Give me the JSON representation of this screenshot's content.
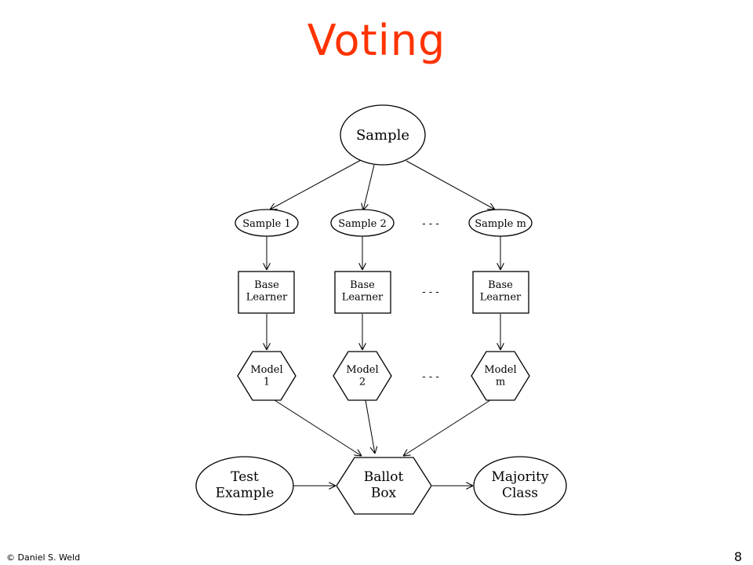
{
  "slide": {
    "title": "Voting",
    "copyright": "© Daniel S. Weld",
    "page_number": "8"
  },
  "diagram": {
    "sample": [
      "Sample"
    ],
    "sample_1": [
      "Sample 1"
    ],
    "sample_2": [
      "Sample 2"
    ],
    "sample_m": [
      "Sample m"
    ],
    "learner_1": [
      "Base",
      "Learner"
    ],
    "learner_2": [
      "Base",
      "Learner"
    ],
    "learner_m": [
      "Base",
      "Learner"
    ],
    "model_1": [
      "Model",
      "1"
    ],
    "model_2": [
      "Model",
      "2"
    ],
    "model_m": [
      "Model",
      "m"
    ],
    "test_example": [
      "Test",
      "Example"
    ],
    "ballot_box": [
      "Ballot",
      "Box"
    ],
    "majority_class": [
      "Majority",
      "Class"
    ],
    "ellipsis": "- - -"
  }
}
